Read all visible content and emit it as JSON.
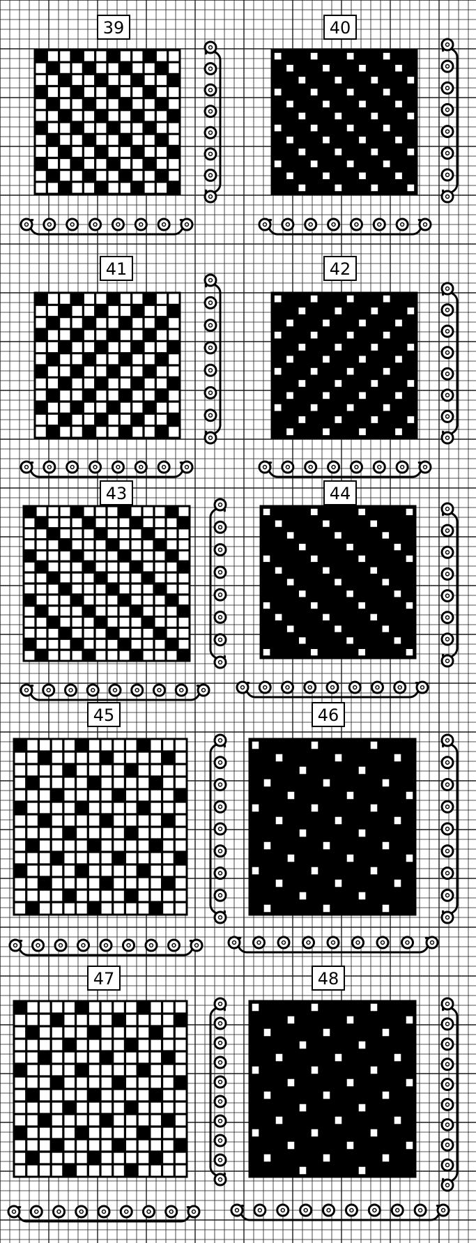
{
  "colors": {
    "ink": "#000000",
    "paper": "#ffffff",
    "grid": "#1a1a1a"
  },
  "plates": [
    {
      "number": "39",
      "style": "light",
      "cells": 12,
      "dot_period": 3,
      "dot_shift": 2
    },
    {
      "number": "40",
      "style": "dark",
      "cells": 12,
      "dot_period": 3,
      "dot_shift": 2
    },
    {
      "number": "41",
      "style": "light",
      "cells": 12,
      "dot_period": 3,
      "dot_shift": 1
    },
    {
      "number": "42",
      "style": "dark",
      "cells": 12,
      "dot_period": 3,
      "dot_shift": 1
    },
    {
      "number": "43",
      "style": "light",
      "cells": 14,
      "dot_period": 4,
      "dot_shift": 3
    },
    {
      "number": "44",
      "style": "dark",
      "cells": 13,
      "dot_period": 4,
      "dot_shift": 3
    },
    {
      "number": "45",
      "style": "light",
      "cells": 14,
      "dot_period": 5,
      "dot_shift": 3
    },
    {
      "number": "46",
      "style": "dark",
      "cells": 14,
      "dot_period": 5,
      "dot_shift": 3
    },
    {
      "number": "47",
      "style": "light",
      "cells": 14,
      "dot_period": 5,
      "dot_shift": 2
    },
    {
      "number": "48",
      "style": "dark",
      "cells": 14,
      "dot_period": 5,
      "dot_shift": 2
    }
  ],
  "border_icons": {
    "bead": "circle-bead-icon",
    "scroll": "scroll-end-icon"
  }
}
